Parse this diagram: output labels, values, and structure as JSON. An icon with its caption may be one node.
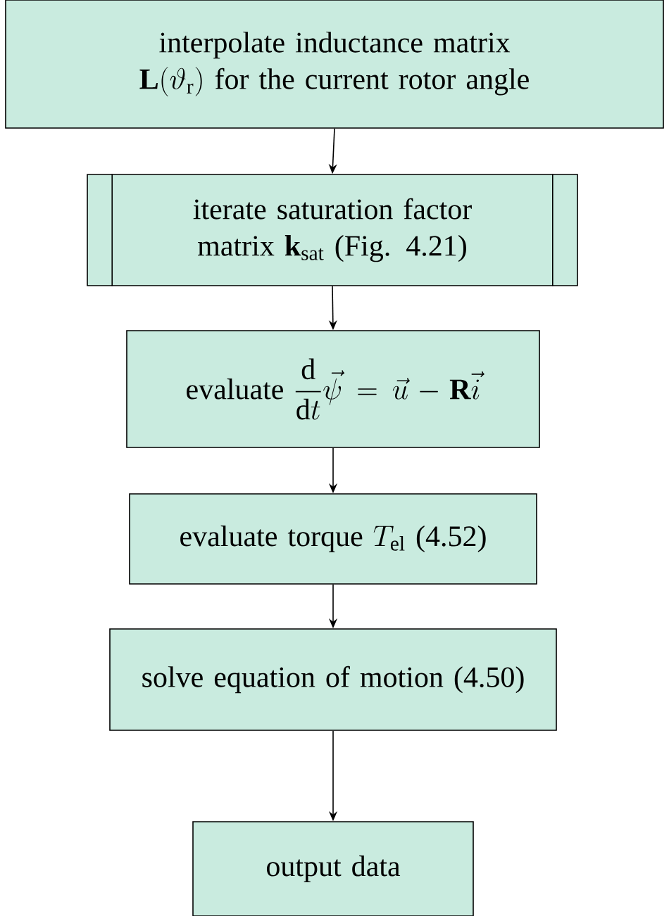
{
  "diagram": {
    "nodes": [
      {
        "text": [
          "interpolate inductance matrix",
          "\\mathbf{L}(\\vartheta_\\mathrm{r})",
          "for the current rotor angle"
        ]
      },
      {
        "text": [
          "iterate saturation factor matrix",
          "\\mathbf{k}_\\mathrm{sat}",
          "(Fig. 4.21)"
        ]
      },
      {
        "text": [
          "evaluate",
          "\\frac{\\mathrm{d}}{\\mathrm{d}t}\\vec{\\psi} = \\vec{u} - \\mathbf{R}\\vec{i}"
        ]
      },
      {
        "text": [
          "evaluate torque",
          "T_\\mathrm{el}",
          "(4.52)"
        ]
      },
      {
        "text": [
          "solve equation of motion (4.50)"
        ]
      },
      {
        "text": [
          "output data"
        ]
      }
    ],
    "edges": [
      {
        "from": 0,
        "to": 1,
        "arrow": "to"
      },
      {
        "from": 1,
        "to": 2,
        "arrow": "to"
      },
      {
        "from": 2,
        "to": 3,
        "arrow": "to"
      },
      {
        "from": 3,
        "to": 4,
        "arrow": "to"
      },
      {
        "from": 4,
        "to": 5,
        "arrow": "to"
      }
    ]
  }
}
